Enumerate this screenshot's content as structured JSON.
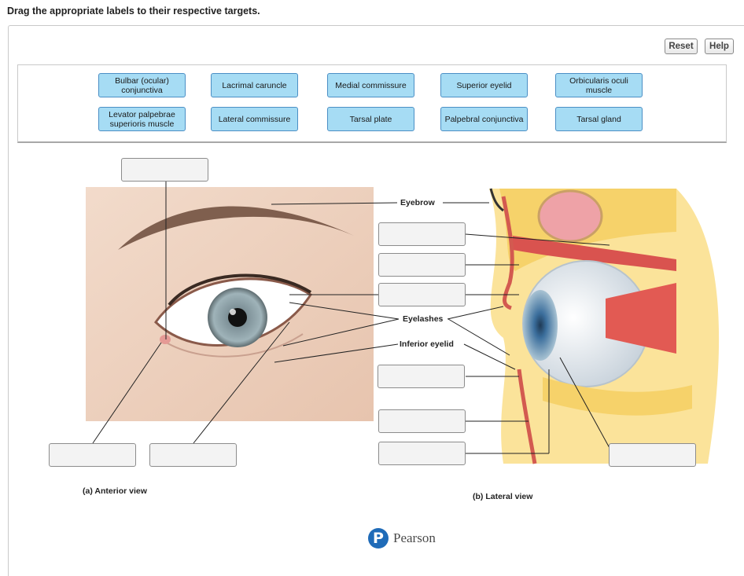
{
  "instructions": "Drag the appropriate labels to their respective targets.",
  "toolbar": {
    "reset": "Reset",
    "help": "Help"
  },
  "label_bank": [
    "Bulbar (ocular) conjunctiva",
    "Lacrimal caruncle",
    "Medial commissure",
    "Superior eyelid",
    "Orbicularis oculi muscle",
    "Levator palpebrae superioris muscle",
    "Lateral commissure",
    "Tarsal plate",
    "Palpebral conjunctiva",
    "Tarsal gland"
  ],
  "fixed_labels": {
    "eyebrow": "Eyebrow",
    "eyelashes": "Eyelashes",
    "inferior_eyelid": "Inferior eyelid"
  },
  "captions": {
    "anterior": "(a) Anterior view",
    "lateral": "(b) Lateral view"
  },
  "branding": {
    "logo_letter": "P",
    "name": "Pearson"
  },
  "colors": {
    "label_fill": "#a6dcf4",
    "label_border": "#4b8fc5",
    "target_fill": "#f3f3f3"
  }
}
